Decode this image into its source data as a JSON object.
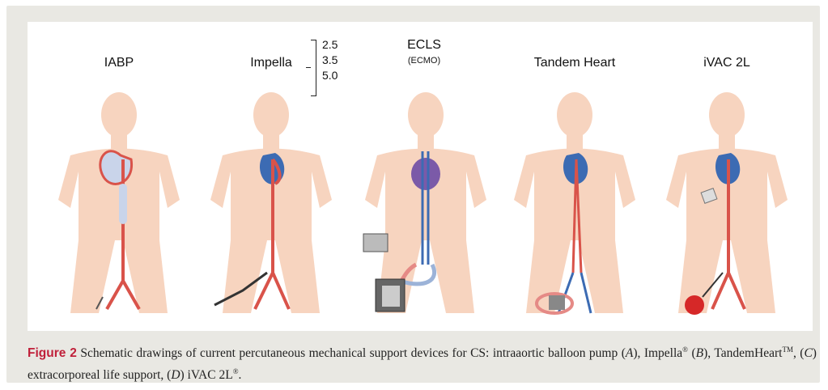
{
  "panels": [
    {
      "title": "IABP",
      "subtitle": ""
    },
    {
      "title": "Impella",
      "subtitle": ""
    },
    {
      "title": "ECLS",
      "subtitle": "(ECMO)"
    },
    {
      "title": "Tandem Heart",
      "subtitle": ""
    },
    {
      "title": "iVAC 2L",
      "subtitle": ""
    }
  ],
  "impella_sizes": [
    "2.5",
    "3.5",
    "5.0"
  ],
  "caption": {
    "label": "Figure 2",
    "text_1": " Schematic drawings of current percutaneous mechanical support devices for CS: intraaortic balloon pump (",
    "a": "A",
    "text_2": "), Impella",
    "reg": "®",
    "text_3": " (",
    "b": "B",
    "text_4": "), TandemHeart",
    "tm": "TM",
    "text_5": ", (",
    "c": "C",
    "text_6": ") extracorporeal life support, (",
    "d": "D",
    "text_7": ") iVAC 2L",
    "reg2": "®",
    "text_8": "."
  },
  "colors": {
    "skin": "#f7d4bf",
    "skin_shadow": "#efc2a8",
    "artery": "#d9534a",
    "vein": "#3c6bb3",
    "caption_label": "#c0203a"
  }
}
